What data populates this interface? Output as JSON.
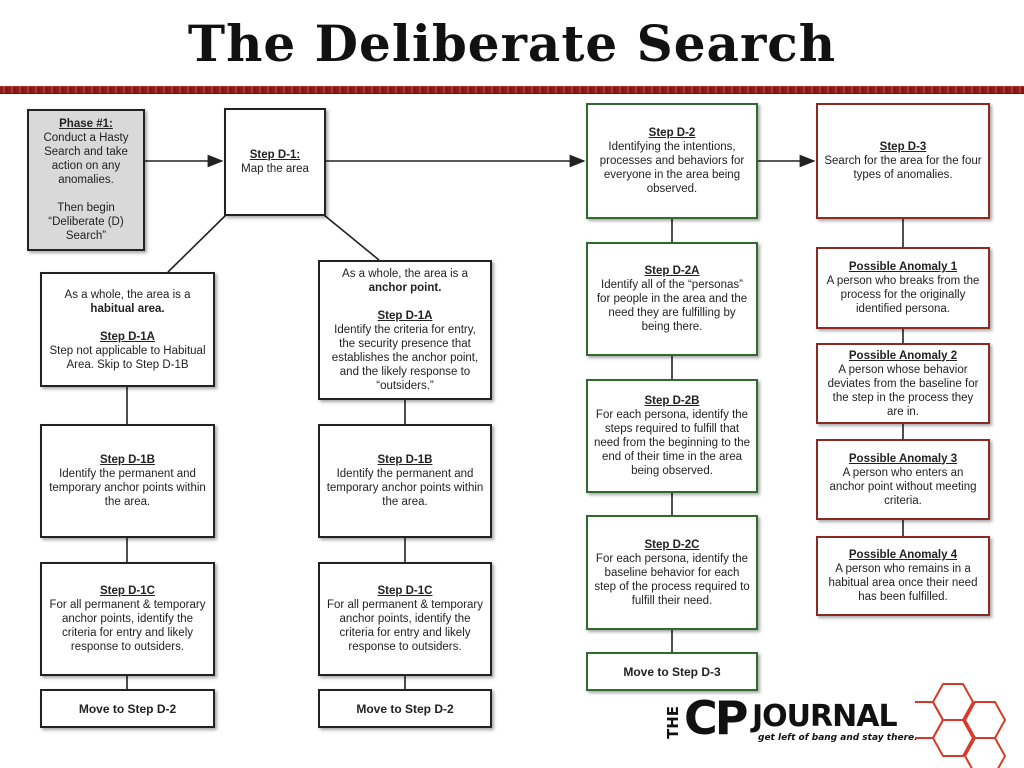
{
  "title": "The Deliberate Search",
  "colors": {
    "rule": "#8a1f1f",
    "phase_bg": "#d9d9d9",
    "d2_border": "#2e6b2e",
    "d3_border": "#8a2a22",
    "logo_hex": "#d83a2a"
  },
  "phase1": {
    "heading": "Phase #1:",
    "line1": "Conduct a Hasty Search and take action on any anomalies.",
    "line2": "Then begin “Deliberate (D) Search”"
  },
  "d1": {
    "heading": "Step D-1:",
    "text": "Map the area"
  },
  "habitual": {
    "intro": "As a whole, the area is a",
    "intro_bold": "habitual area.",
    "step_heading": "Step D-1A",
    "step_text": "Step not applicable to Habitual Area. Skip to Step D-1B",
    "b_heading": "Step D-1B",
    "b_text": "Identify the permanent and temporary anchor points within the area.",
    "c_heading": "Step D-1C",
    "c_text": "For all permanent & temporary anchor points, identify the criteria for entry and likely response to outsiders.",
    "move": "Move to Step D-2"
  },
  "anchor": {
    "intro": "As a whole, the area is a",
    "intro_bold": "anchor point.",
    "step_heading": "Step D-1A",
    "step_text": "Identify the criteria for entry, the security presence that establishes the anchor point, and the likely response to “outsiders.”",
    "b_heading": "Step D-1B",
    "b_text": "Identify the permanent and temporary anchor points within the area.",
    "c_heading": "Step D-1C",
    "c_text": "For all permanent & temporary anchor points, identify the criteria for entry and likely response to outsiders.",
    "move": "Move to Step D-2"
  },
  "d2": {
    "heading": "Step D-2",
    "text": "Identifying the intentions, processes and behaviors for everyone in the area being observed.",
    "a_heading": "Step D-2A",
    "a_text": "Identify all of the “personas” for people in the area and the need they are fulfilling by being there.",
    "b_heading": "Step D-2B",
    "b_text": "For each persona, identify the steps required to fulfill that need from the beginning to the end of their time in the area being observed.",
    "c_heading": "Step D-2C",
    "c_text": "For each persona, identify the baseline behavior for each step of the process required to fulfill their need.",
    "move": "Move to Step D-3"
  },
  "d3": {
    "heading": "Step D-3",
    "text": "Search for the area for the four types of anomalies.",
    "anomalies": [
      {
        "heading": "Possible Anomaly 1",
        "text": "A person who breaks from the process for the originally identified persona."
      },
      {
        "heading": "Possible Anomaly 2",
        "text": "A person whose behavior deviates from the baseline for the step in the process they are in."
      },
      {
        "heading": "Possible Anomaly 3",
        "text": "A person who enters an anchor point without meeting criteria."
      },
      {
        "heading": "Possible Anomaly 4",
        "text": "A person who remains in a habitual area once their need has been fulfilled."
      }
    ]
  },
  "logo": {
    "the": "THE",
    "cp": "CP",
    "journal": "JOURNAL",
    "tagline": "get left of bang and stay there."
  }
}
